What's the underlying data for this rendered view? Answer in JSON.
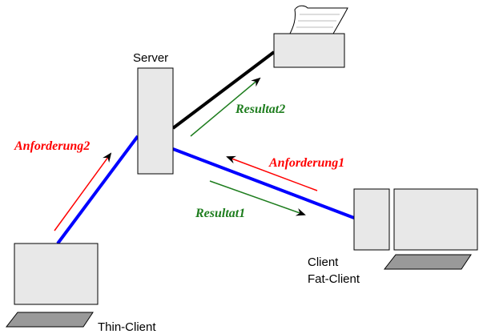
{
  "nodes": {
    "server": "Server",
    "client": "Client",
    "fat_client": "Fat-Client",
    "thin_client": "Thin-Client"
  },
  "messages": {
    "anforderung1": "Anforderung1",
    "anforderung2": "Anforderung2",
    "resultat1": "Resultat1",
    "resultat2": "Resultat2"
  },
  "colors": {
    "link_blue": "#0000ff",
    "link_black": "#000000",
    "request_red": "#ff0000",
    "result_green": "#1e7d1e"
  }
}
